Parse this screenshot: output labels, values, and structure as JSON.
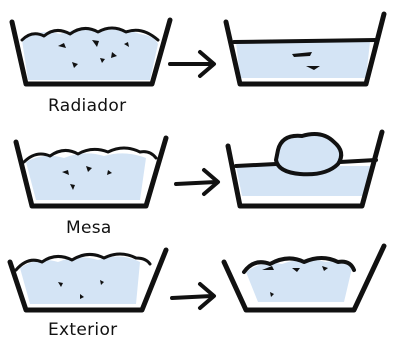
{
  "rows": [
    {
      "label": "Radiador"
    },
    {
      "label": "Mesa"
    },
    {
      "label": "Exterior"
    }
  ],
  "colors": {
    "ink": "#111111",
    "water": "#d4e4f5"
  }
}
